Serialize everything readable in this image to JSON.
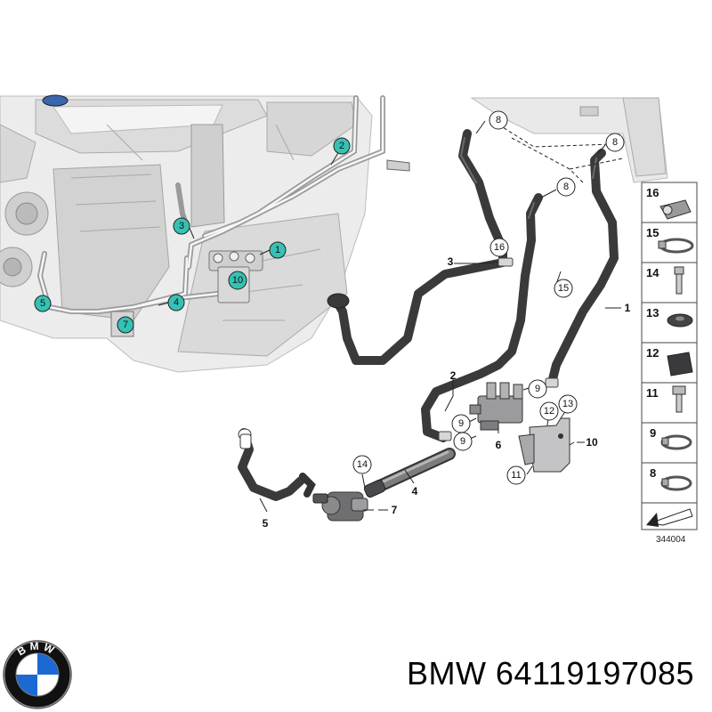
{
  "engine_callouts": [
    {
      "num": "1"
    },
    {
      "num": "2"
    },
    {
      "num": "3"
    },
    {
      "num": "4"
    },
    {
      "num": "5"
    },
    {
      "num": "7"
    },
    {
      "num": "10"
    }
  ],
  "parts_callouts": {
    "circled": [
      "8",
      "8",
      "8",
      "16",
      "15",
      "9",
      "9",
      "9",
      "12",
      "13",
      "11",
      "14"
    ],
    "plain": [
      "1",
      "2",
      "3",
      "4",
      "5",
      "6",
      "7",
      "10"
    ]
  },
  "legend": {
    "items": [
      "16",
      "15",
      "14",
      "13",
      "12",
      "11",
      "9",
      "8"
    ],
    "diagram_id": "344004"
  },
  "caption": {
    "brand": "BMW",
    "part_number": "64119197085",
    "text": "BMW 64119197085"
  },
  "logo": {
    "letters": "BMW",
    "colors": {
      "blue": "#1c69d4",
      "white": "#ffffff",
      "ring": "#111111"
    }
  },
  "colors": {
    "callout_teal": "#35c2b4",
    "hose": "#3a3a3c",
    "engine": "#e3e3e3"
  }
}
